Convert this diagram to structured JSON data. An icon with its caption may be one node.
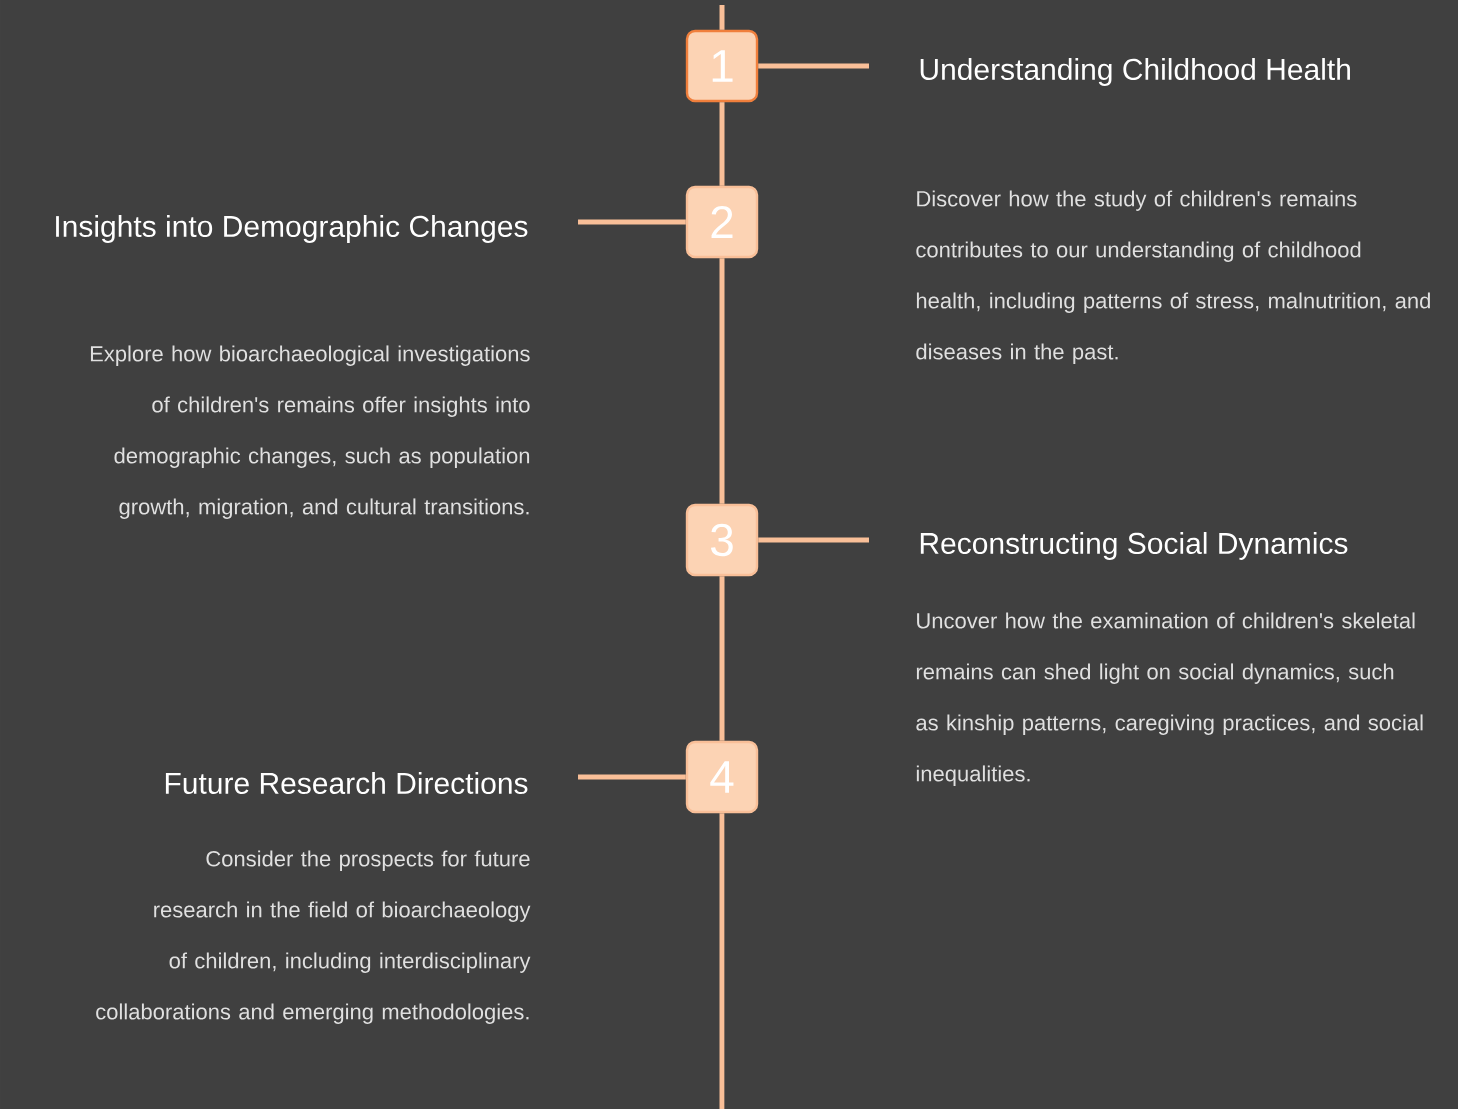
{
  "diagram": {
    "nodes": [
      {
        "text": [
          "1"
        ]
      },
      {
        "text": [
          "Understanding Childhood Health"
        ]
      },
      {
        "text": [
          "2"
        ]
      },
      {
        "text": [
          "Insights into Demographic Changes"
        ]
      },
      {
        "text": [
          "3"
        ]
      },
      {
        "text": [
          "Reconstructing Social Dynamics"
        ]
      },
      {
        "text": [
          "4"
        ]
      },
      {
        "text": [
          "Future Research Directions"
        ]
      }
    ],
    "edges": [
      {
        "from": null,
        "to": 0,
        "arrow": "none"
      },
      {
        "from": 0,
        "to": 2,
        "arrow": "none"
      },
      {
        "from": 2,
        "to": 4,
        "arrow": "none"
      },
      {
        "from": 4,
        "to": 6,
        "arrow": "none"
      },
      {
        "from": 6,
        "to": null,
        "arrow": "none"
      },
      {
        "from": 0,
        "to": 1,
        "arrow": "none"
      },
      {
        "from": 2,
        "to": 3,
        "arrow": "none"
      },
      {
        "from": 4,
        "to": 5,
        "arrow": "none"
      },
      {
        "from": 6,
        "to": 7,
        "arrow": "none"
      }
    ],
    "labels": [
      "Discover how the study of children's remains contributes to our understanding of childhood health, including patterns of stress, malnutrition, and diseases in the past.",
      "Explore how bioarchaeological investigations of children's remains offer insights into demographic changes, such as population growth, migration, and cultural transitions.",
      "Uncover how the examination of children's skeletal remains can shed light on social dynamics, such as kinship patterns, caregiving practices, and social inequalities.",
      "Consider the prospects for future research in the field of bioarchaeology of children, including interdisciplinary collaborations and emerging methodologies."
    ]
  }
}
